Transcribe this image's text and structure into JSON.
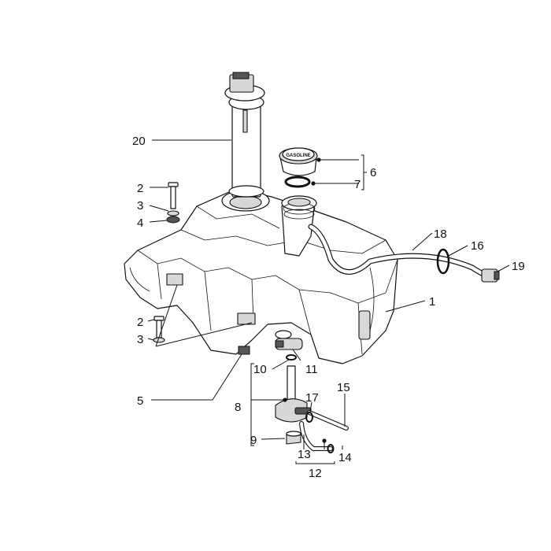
{
  "callouts": [
    {
      "id": "1",
      "label": "1"
    },
    {
      "id": "2a",
      "label": "2"
    },
    {
      "id": "3a",
      "label": "3"
    },
    {
      "id": "4",
      "label": "4"
    },
    {
      "id": "2b",
      "label": "2"
    },
    {
      "id": "3b",
      "label": "3"
    },
    {
      "id": "5",
      "label": "5"
    },
    {
      "id": "6",
      "label": "6"
    },
    {
      "id": "7",
      "label": "7"
    },
    {
      "id": "8",
      "label": "8"
    },
    {
      "id": "9",
      "label": "9"
    },
    {
      "id": "10",
      "label": "10"
    },
    {
      "id": "11",
      "label": "11"
    },
    {
      "id": "12",
      "label": "12"
    },
    {
      "id": "13",
      "label": "13"
    },
    {
      "id": "14",
      "label": "14"
    },
    {
      "id": "15",
      "label": "15"
    },
    {
      "id": "16",
      "label": "16"
    },
    {
      "id": "17",
      "label": "17"
    },
    {
      "id": "18",
      "label": "18"
    },
    {
      "id": "19",
      "label": "19"
    },
    {
      "id": "20",
      "label": "20"
    }
  ],
  "fuel_cap": {
    "embossed_text": "GASOLINE"
  }
}
